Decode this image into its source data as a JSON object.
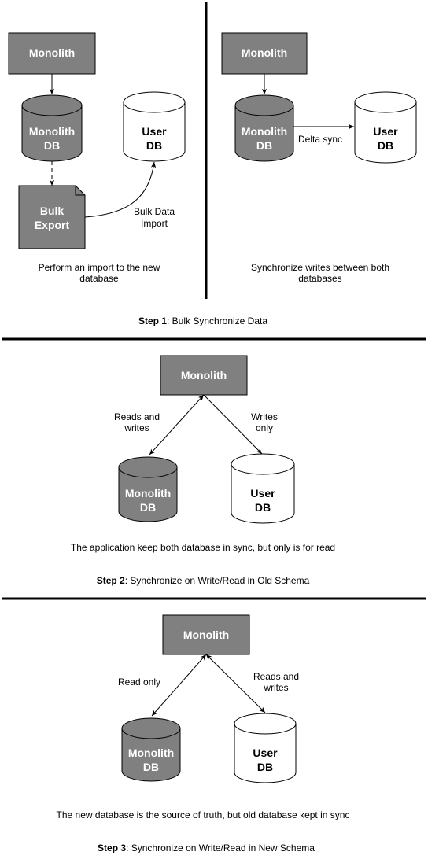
{
  "colors": {
    "dark_fill": "#808080",
    "light_fill": "#ffffff",
    "stroke": "#000000",
    "text_on_dark": "#ffffff",
    "text_on_light": "#000000"
  },
  "step1": {
    "left": {
      "monolith": "Monolith",
      "monolith_db": [
        "Monolith",
        "DB"
      ],
      "user_db": [
        "User",
        "DB"
      ],
      "bulk_export": [
        "Bulk",
        "Export"
      ],
      "import_label": [
        "Bulk Data",
        "Import"
      ],
      "caption": [
        "Perform an import to the new",
        "database"
      ]
    },
    "right": {
      "monolith": "Monolith",
      "monolith_db": [
        "Monolith",
        "DB"
      ],
      "user_db": [
        "User",
        "DB"
      ],
      "sync_label": "Delta sync",
      "caption": [
        "Synchronize writes between both",
        "databases"
      ]
    },
    "title_bold": "Step 1",
    "title_rest": ": Bulk Synchronize Data"
  },
  "step2": {
    "monolith": "Monolith",
    "monolith_db": [
      "Monolith",
      "DB"
    ],
    "user_db": [
      "User",
      "DB"
    ],
    "left_label": [
      "Reads and",
      "writes"
    ],
    "right_label": [
      "Writes",
      "only"
    ],
    "caption": "The application keep both database in sync, but only is for read",
    "title_bold": "Step 2",
    "title_rest": ": Synchronize on Write/Read in Old Schema"
  },
  "step3": {
    "monolith": "Monolith",
    "monolith_db": [
      "Monolith",
      "DB"
    ],
    "user_db": [
      "User",
      "DB"
    ],
    "left_label": "Read only",
    "right_label": [
      "Reads and",
      "writes"
    ],
    "caption": "The new database is the source of truth, but old database kept in sync",
    "title_bold": "Step 3",
    "title_rest": ": Synchronize on Write/Read in New Schema"
  }
}
